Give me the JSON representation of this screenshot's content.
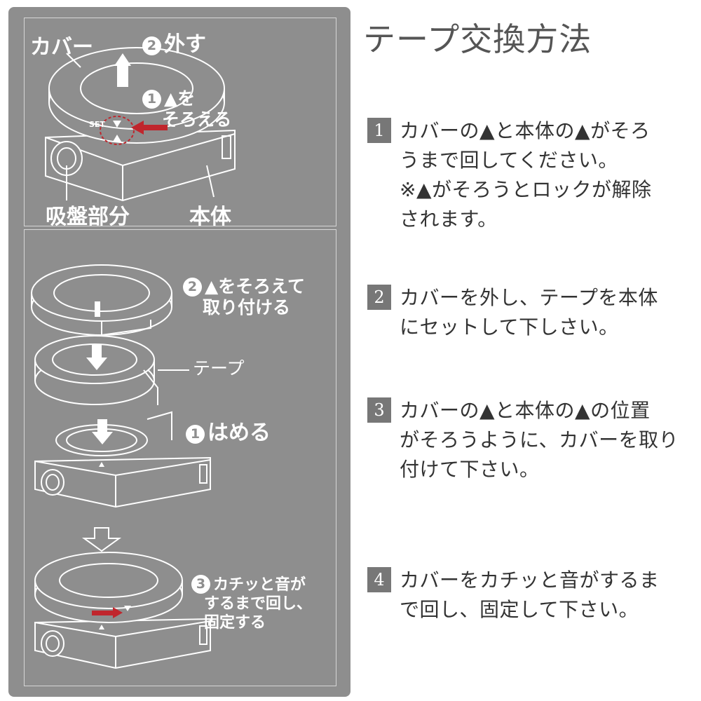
{
  "title": "テープ交換方法",
  "diagram": {
    "top": {
      "cover_label": "カバー",
      "remove_label": "外す",
      "remove_num": "2",
      "align_num": "1",
      "align_line1": "▲を",
      "align_line2": "そろえる",
      "set_label": "SET",
      "suction_label": "吸盤部分",
      "body_label": "本体"
    },
    "bottom": {
      "attach_num": "2",
      "attach_line1": "▲をそろえて",
      "attach_line2": "取り付ける",
      "tape_label": "テープ",
      "fit_num": "1",
      "fit_label": "はめる",
      "fix_num": "3",
      "fix_line1": "カチッと音が",
      "fix_line2": "するまで回し、",
      "fix_line3": "固定する"
    },
    "colors": {
      "panel": "#8e8e8e",
      "line": "#d6d6d6",
      "arrow_red": "#c0262d",
      "white": "#ffffff"
    }
  },
  "steps": [
    {
      "num": "1",
      "text": "カバーの▲と本体の▲がそろ\nうまで回してください。\n※▲がそろうとロックが解除\nされます。"
    },
    {
      "num": "2",
      "text": "カバーを外し、テープを本体\nにセットして下しさい。"
    },
    {
      "num": "3",
      "text": "カバーの▲と本体の▲の位置\nがそろうように、カバーを取り\n付けて下さい。"
    },
    {
      "num": "4",
      "text": "カバーをカチッと音がするま\nで回し、固定して下さい。"
    }
  ]
}
